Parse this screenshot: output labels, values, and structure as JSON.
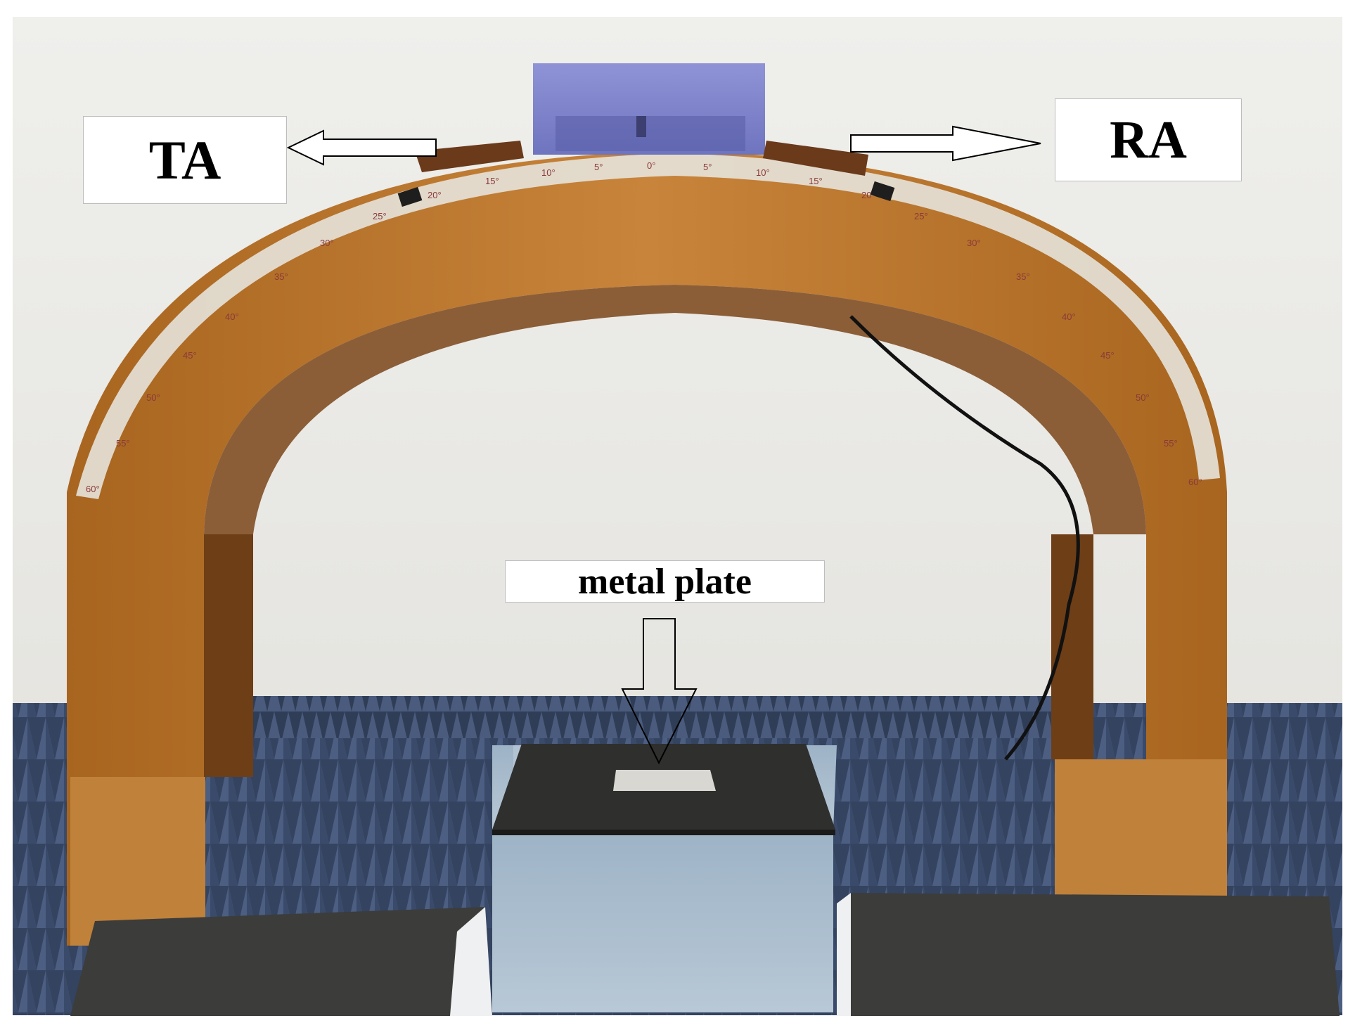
{
  "labels": {
    "ta": "TA",
    "ra": "RA",
    "metal_plate": "metal plate"
  },
  "scale_marks": [
    "0°",
    "5°",
    "10°",
    "15°",
    "20°",
    "25°",
    "30°",
    "35°",
    "40°",
    "45°",
    "50°",
    "55°",
    "60°"
  ],
  "colors": {
    "wall": "#ebeae6",
    "arch_wood": "#b9772a",
    "arch_shadow": "#6e3e16",
    "absorber": "#3f5070",
    "pedestal_top": "#2e2e2e",
    "pedestal_side": "#a9bccc",
    "platform": "#3a3a38",
    "horn_box": "#8a8fd0"
  }
}
